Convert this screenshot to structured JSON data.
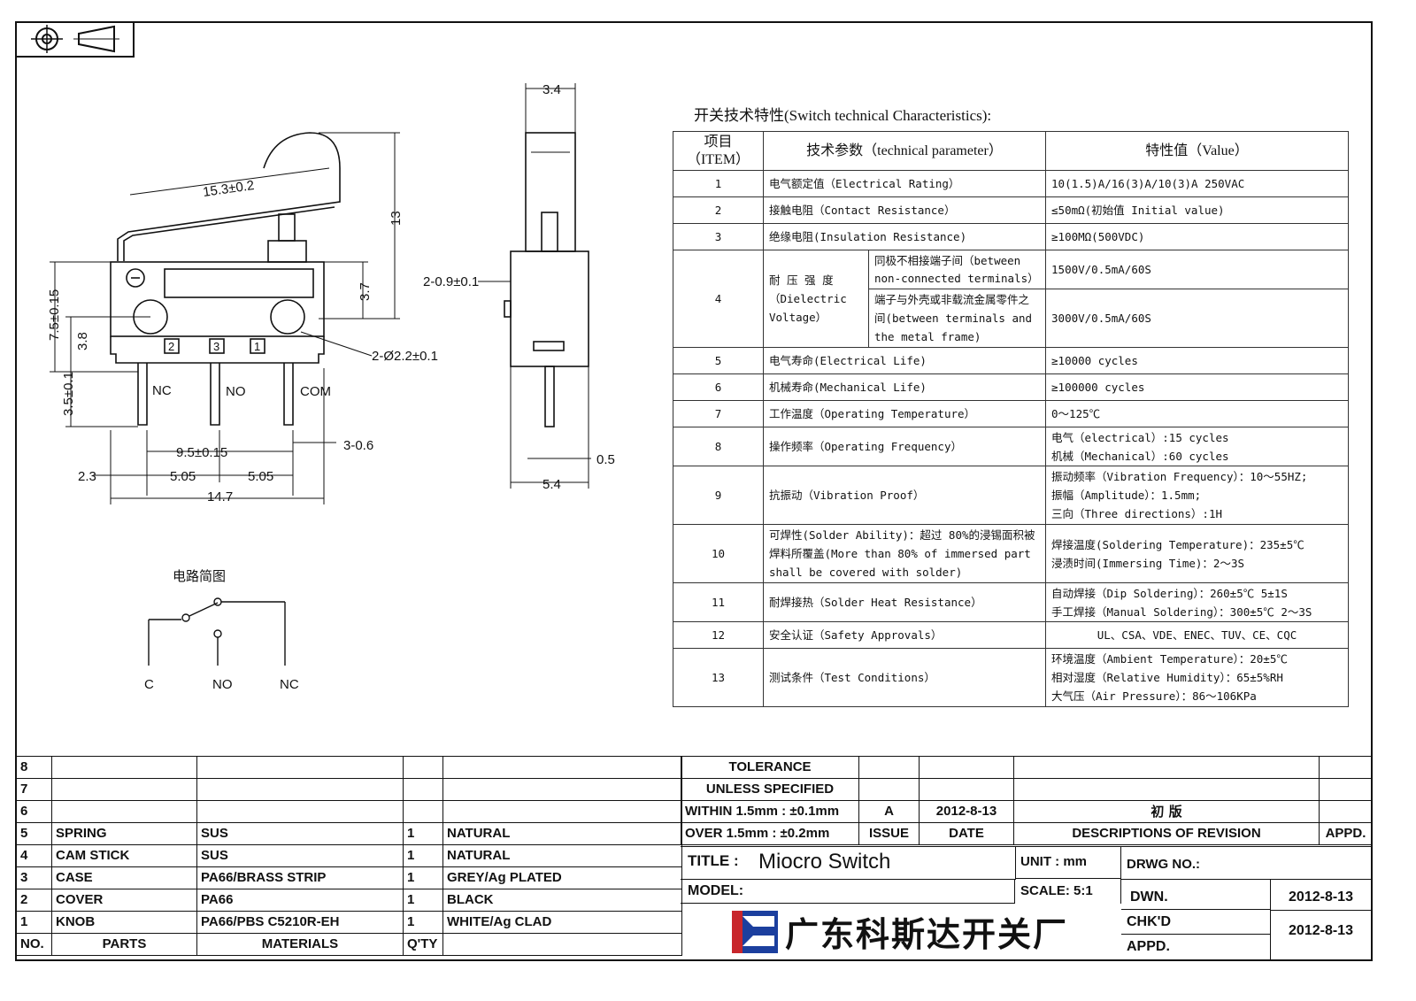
{
  "drawing": {
    "dims": {
      "top_width": "3.4",
      "arm_length": "15.3±0.2",
      "height_13": "13",
      "height_3_7": "3.7",
      "height_7_5": "7.5±0.15",
      "height_3_8": "3.8",
      "pin_length": "3.5±0.1",
      "hole_dia": "2-Ø2.2±0.1",
      "boss": "2-0.9±0.1",
      "pitch_9_5": "9.5±0.15",
      "pin_width": "3-0.6",
      "offset_2_3": "2.3",
      "pitch_a": "5.05",
      "pitch_b": "5.05",
      "overall": "14.7",
      "pin_thickness": "0.5",
      "side_width": "5.4"
    },
    "pins": {
      "nc": "NC",
      "no": "NO",
      "com": "COM",
      "n2": "2",
      "n3": "3",
      "n1": "1"
    },
    "circuit": {
      "title": "电路简图",
      "c": "C",
      "no": "NO",
      "nc": "NC"
    }
  },
  "spec": {
    "title": "开关技术特性(Switch technical Characteristics):",
    "headers": {
      "item": "项目\n（ITEM）",
      "param": "技术参数（technical parameter）",
      "value": "特性值（Value）"
    },
    "rows": [
      {
        "no": "1",
        "param": "电气额定值（Electrical Rating）",
        "value": "10(1.5)A/16(3)A/10(3)A  250VAC"
      },
      {
        "no": "2",
        "param": "接触电阻（Contact  Resistance）",
        "value": "≤50mΩ(初始值 Initial value)"
      },
      {
        "no": "3",
        "param": "绝缘电阻(Insulation Resistance)",
        "value": "≥100MΩ(500VDC)"
      },
      {
        "no": "4",
        "param": "耐 压 强 度\n（Dielectric\nVoltage）",
        "sub1": "同极不相接端子间（between non-connected terminals）",
        "val1": "1500V/0.5mA/60S",
        "sub2": "端子与外壳或非载流金属零件之间(between terminals and the metal frame)",
        "val2": "3000V/0.5mA/60S"
      },
      {
        "no": "5",
        "param": "电气寿命(Electrical Life)",
        "value": "≥10000 cycles"
      },
      {
        "no": "6",
        "param": "机械寿命(Mechanical Life)",
        "value": "≥100000 cycles"
      },
      {
        "no": "7",
        "param": "工作温度（Operating Temperature）",
        "value": "0～125℃"
      },
      {
        "no": "8",
        "param": "操作频率（Operating Frequency）",
        "value": "电气（electrical）:15 cycles\n机械（Mechanical）:60 cycles"
      },
      {
        "no": "9",
        "param": "抗振动（Vibration Proof）",
        "value": "振动频率（Vibration Frequency）：10～55HZ;\n振幅（Amplitude）：1.5mm;\n三向（Three directions）:1H"
      },
      {
        "no": "10",
        "param": "可焊性(Solder Ability)：超过 80%的浸锡面积被焊料所覆盖(More than 80% of immersed part shall be covered with solder)",
        "value": "焊接温度(Soldering Temperature)：235±5℃\n浸渍时间(Immersing Time)：2～3S"
      },
      {
        "no": "11",
        "param": "耐焊接热（Solder Heat Resistance）",
        "value": "自动焊接（Dip Soldering）：260±5℃ 5±1S\n手工焊接（Manual Soldering）：300±5℃ 2～3S"
      },
      {
        "no": "12",
        "param": "安全认证（Safety Approvals）",
        "value": "UL、CSA、VDE、ENEC、TUV、CE、CQC"
      },
      {
        "no": "13",
        "param": "测试条件（Test Conditions）",
        "value": "环境温度（Ambient Temperature）：20±5℃\n相对湿度（Relative Humidity）：65±5%RH\n大气压（Air Pressure）：86～106KPa"
      }
    ]
  },
  "bom": {
    "rows": [
      {
        "no": "8",
        "part": "",
        "material": "",
        "qty": "",
        "finish": ""
      },
      {
        "no": "7",
        "part": "",
        "material": "",
        "qty": "",
        "finish": ""
      },
      {
        "no": "6",
        "part": "",
        "material": "",
        "qty": "",
        "finish": ""
      },
      {
        "no": "5",
        "part": "SPRING",
        "material": "SUS",
        "qty": "1",
        "finish": "NATURAL"
      },
      {
        "no": "4",
        "part": "CAM STICK",
        "material": "SUS",
        "qty": "1",
        "finish": "NATURAL"
      },
      {
        "no": "3",
        "part": "CASE",
        "material": "PA66/BRASS STRIP",
        "qty": "1",
        "finish": "GREY/Ag PLATED"
      },
      {
        "no": "2",
        "part": "COVER",
        "material": "PA66",
        "qty": "1",
        "finish": "BLACK"
      },
      {
        "no": "1",
        "part": "KNOB",
        "material": "PA66/PBS C5210R-EH",
        "qty": "1",
        "finish": "WHITE/Ag CLAD"
      }
    ],
    "headers": {
      "no": "NO.",
      "parts": "PARTS",
      "materials": "MATERIALS",
      "qty": "Q'TY"
    }
  },
  "titleblock": {
    "tolerance1": "TOLERANCE",
    "tolerance2": "UNLESS  SPECIFIED",
    "within": "WITHIN 1.5mm : ±0.1mm",
    "over": "OVER 1.5mm : ±0.2mm",
    "issue_val": "A",
    "date_val": "2012-8-13",
    "desc_val": "初 版",
    "issue": "ISSUE",
    "date": "DATE",
    "desc": "DESCRIPTIONS OF REVISION",
    "appd": "APPD.",
    "title_lbl": "TITLE :",
    "title_val": "Miocro Switch",
    "unit": "UNIT : mm",
    "drwg": "DRWG NO.:",
    "model": "MODEL:",
    "scale": "SCALE: 5:1",
    "dwn": "DWN.",
    "dwn_date": "2012-8-13",
    "chkd": "CHK'D",
    "chkd_date": "2012-8-13",
    "appd2": "APPD.",
    "company": "广东科斯达开关厂"
  },
  "colors": {
    "logo_blue": "#1c3f9e",
    "logo_red": "#c8262c"
  }
}
